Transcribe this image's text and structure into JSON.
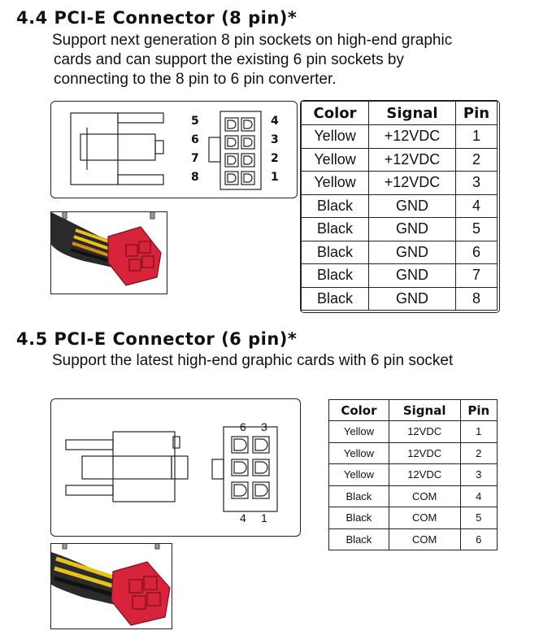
{
  "section_8pin": {
    "heading": "4.4 PCI-E Connector (8 pin)*",
    "description_lines": [
      "Support next generation 8 pin sockets on high-end graphic",
      "cards and can support the existing 6 pin sockets by",
      "connecting to the 8 pin to 6 pin converter."
    ],
    "pin_labels_left": [
      "5",
      "6",
      "7",
      "8"
    ],
    "pin_labels_right": [
      "4",
      "3",
      "2",
      "1"
    ],
    "table": {
      "headers": [
        "Color",
        "Signal",
        "Pin"
      ],
      "rows": [
        [
          "Yellow",
          "+12VDC",
          "1"
        ],
        [
          "Yellow",
          "+12VDC",
          "2"
        ],
        [
          "Yellow",
          "+12VDC",
          "3"
        ],
        [
          "Black",
          "GND",
          "4"
        ],
        [
          "Black",
          "GND",
          "5"
        ],
        [
          "Black",
          "GND",
          "6"
        ],
        [
          "Black",
          "GND",
          "7"
        ],
        [
          "Black",
          "GND",
          "8"
        ]
      ]
    }
  },
  "section_6pin": {
    "heading": "4.5 PCI-E Connector (6 pin)*",
    "description_lines": [
      "Support the latest high-end graphic cards with 6 pin socket"
    ],
    "pin_labels_top": [
      "6",
      "3"
    ],
    "pin_labels_bottom": [
      "4",
      "1"
    ],
    "table": {
      "headers": [
        "Color",
        "Signal",
        "Pin"
      ],
      "rows": [
        [
          "Yellow",
          "12VDC",
          "1"
        ],
        [
          "Yellow",
          "12VDC",
          "2"
        ],
        [
          "Yellow",
          "12VDC",
          "3"
        ],
        [
          "Black",
          "COM",
          "4"
        ],
        [
          "Black",
          "COM",
          "5"
        ],
        [
          "Black",
          "COM",
          "6"
        ]
      ]
    }
  },
  "colors": {
    "connector_red": "#d8243a",
    "wire_yellow": "#e8c21a",
    "wire_black": "#1a1a1a"
  }
}
